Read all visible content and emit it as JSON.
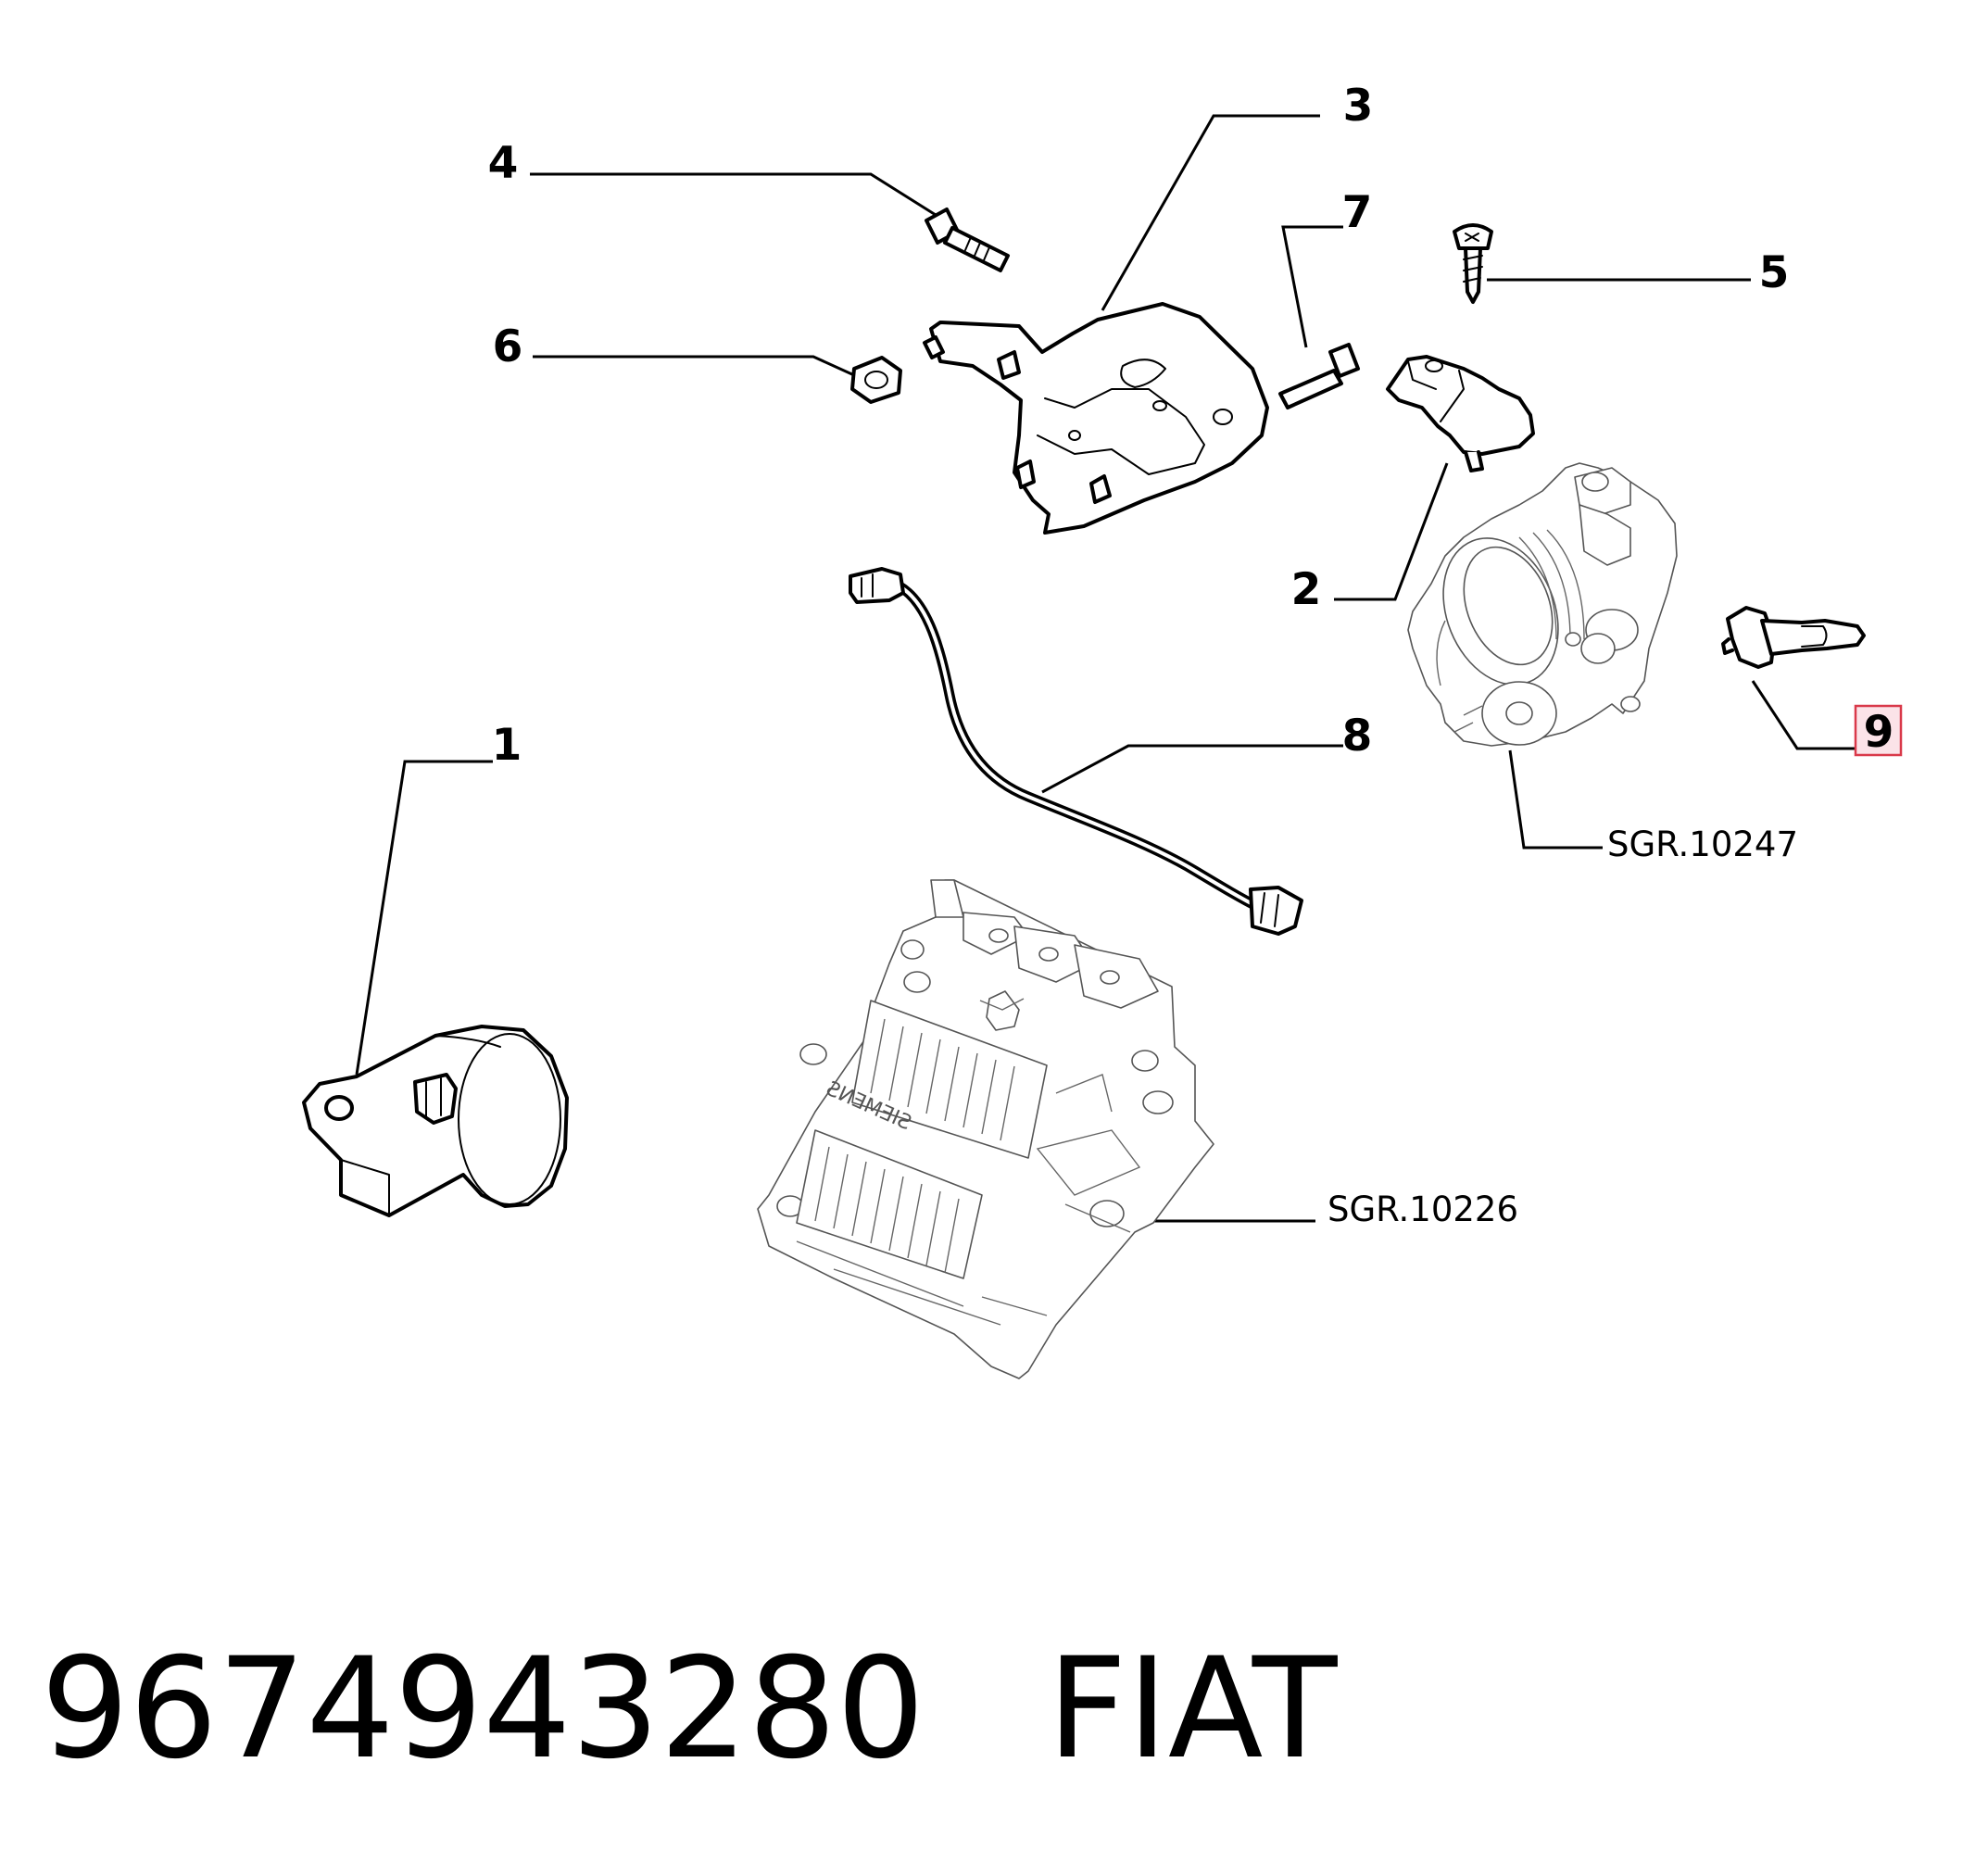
{
  "callouts": {
    "c1": "1",
    "c2": "2",
    "c3": "3",
    "c4": "4",
    "c5": "5",
    "c6": "6",
    "c7": "7",
    "c8": "8",
    "c9": "9"
  },
  "references": {
    "throttle_body": "SGR.10247",
    "ecu": "SGR.10226"
  },
  "ecu_brand_marking": "SIEMENS",
  "caption": {
    "part_number": "9674943280",
    "brand": "FIAT"
  },
  "highlighted_callout": "9",
  "colors": {
    "highlight_fill": "#fbe3e8",
    "highlight_border": "#d9394a",
    "line": "#000000"
  }
}
